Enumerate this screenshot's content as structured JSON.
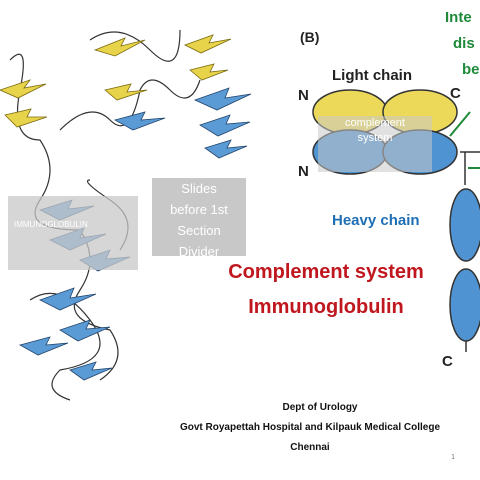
{
  "slide": {
    "label_b": "(B)",
    "top_right_text": [
      "Inte",
      "dis",
      "be"
    ],
    "light_chain": "Light chain",
    "heavy_chain": "Heavy chain",
    "terminal_n": "N",
    "terminal_c": "C",
    "overlay_immunoglobulin": "IMMUNOGLOBULIN",
    "overlay_slides": [
      "Slides",
      "before 1st",
      "Section",
      "Divider"
    ],
    "overlay_complement": [
      "complement",
      "system"
    ],
    "title_line1": "Complement system",
    "title_line2": "Immunoglobulin",
    "dept": "Dept of Urology",
    "hospital": "Govt Royapettah Hospital and Kilpauk Medical College",
    "city": "Chennai",
    "page_number": "1",
    "colors": {
      "title_red": "#c0171f",
      "heavy_chain_blue": "#1f6fb5",
      "green_text": "#1e8a3a",
      "yellow_domain": "#ecd95a",
      "blue_domain": "#4f93d2"
    }
  }
}
